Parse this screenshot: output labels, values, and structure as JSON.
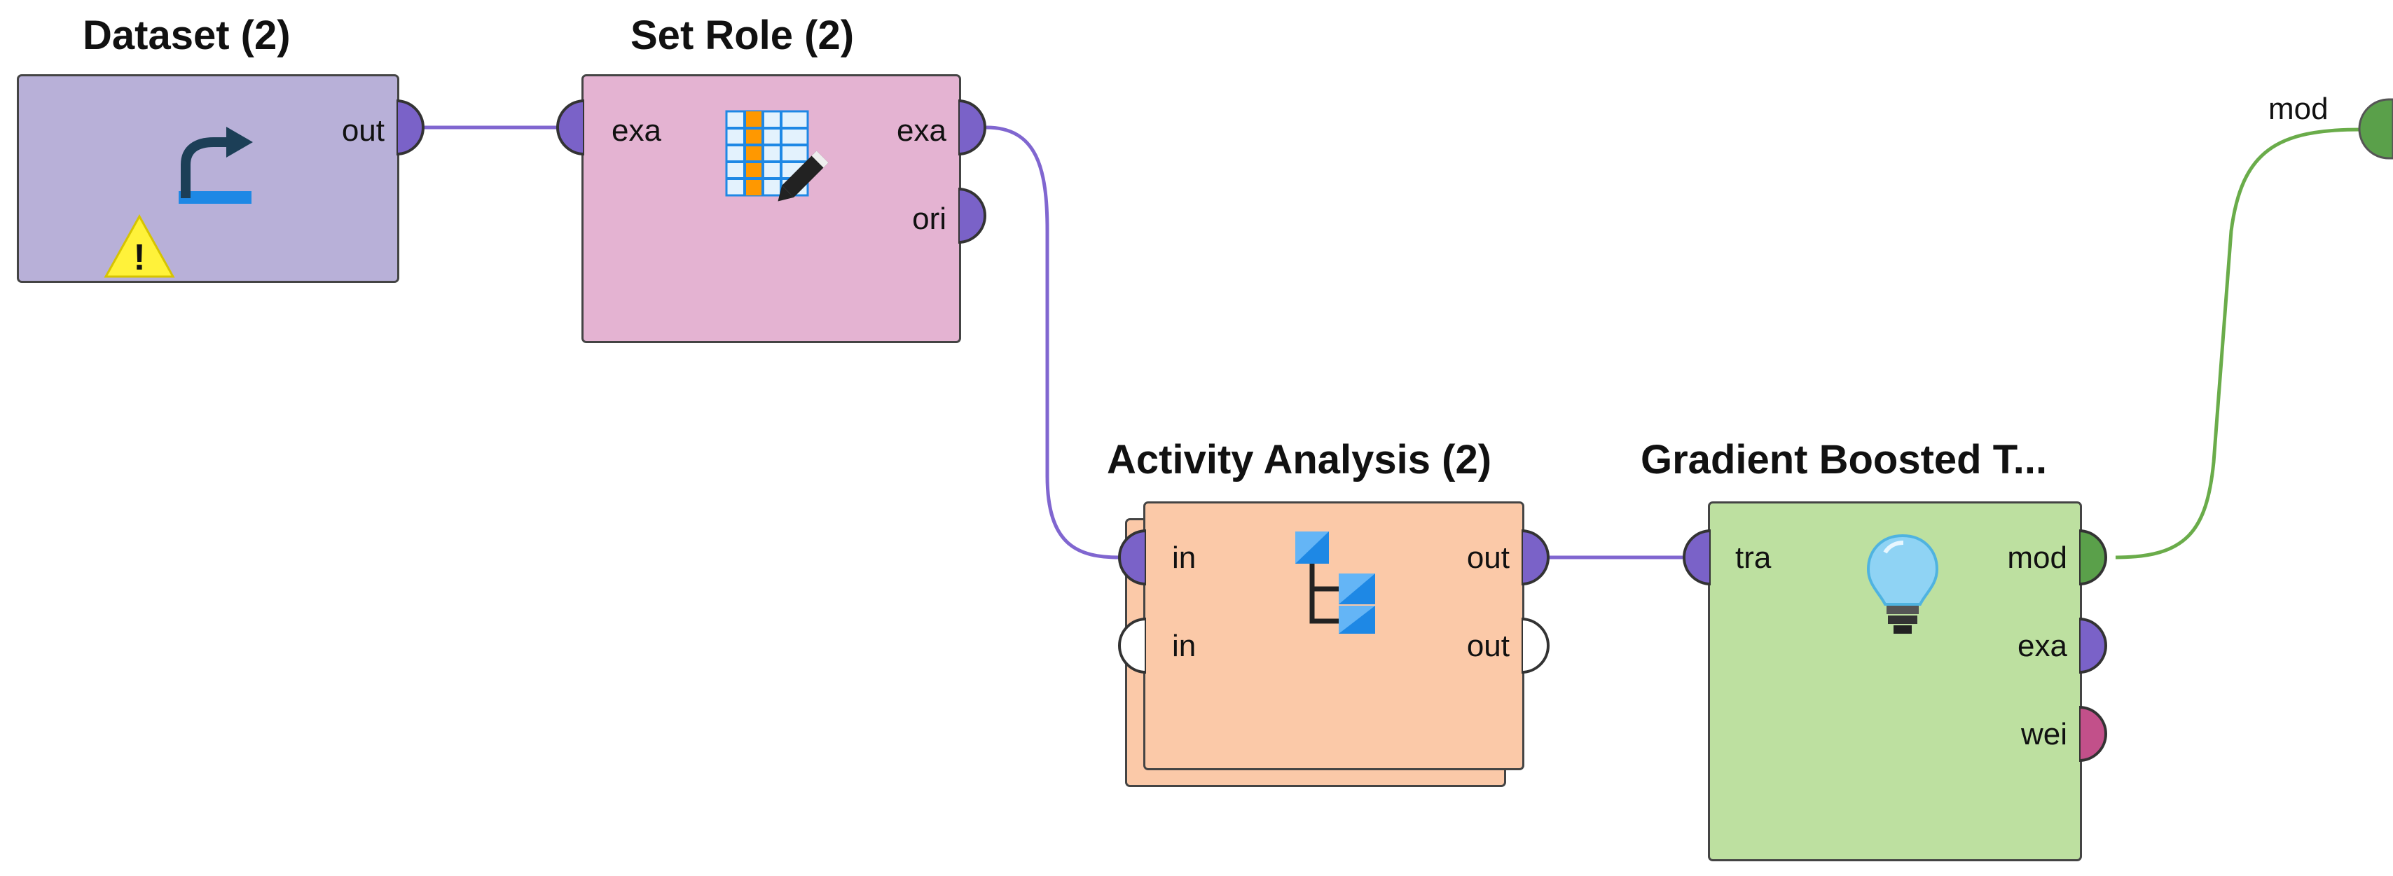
{
  "colors": {
    "dataset_fill": "#b8b0d8",
    "setrole_fill": "#e4b3d2",
    "activity_fill": "#fbc9a8",
    "gbt_fill": "#bde0a0",
    "port_example": "#7a62c8",
    "port_model": "#5aa04a",
    "port_weight": "#c2508a",
    "wire_example": "#8066d0",
    "wire_model": "#6aac4a",
    "warning": "#fff23a"
  },
  "operators": {
    "dataset": {
      "title": "Dataset (2)",
      "icon": "retrieve-arrow-icon",
      "badge": "warning-icon",
      "badge_text": "!",
      "ports_out": [
        "out"
      ]
    },
    "set_role": {
      "title": "Set Role (2)",
      "icon": "table-edit-icon",
      "ports_in": [
        "exa"
      ],
      "ports_out": [
        "exa",
        "ori"
      ]
    },
    "activity_analysis": {
      "title": "Activity Analysis (2)",
      "icon": "subprocess-tree-icon",
      "ports_in": [
        "in",
        "in"
      ],
      "ports_out": [
        "out",
        "out"
      ]
    },
    "gradient_boosted": {
      "title": "Gradient Boosted T...",
      "icon": "lightbulb-icon",
      "ports_in": [
        "tra"
      ],
      "ports_out": [
        "mod",
        "exa",
        "wei"
      ]
    }
  },
  "process_result": {
    "label": "mod"
  }
}
